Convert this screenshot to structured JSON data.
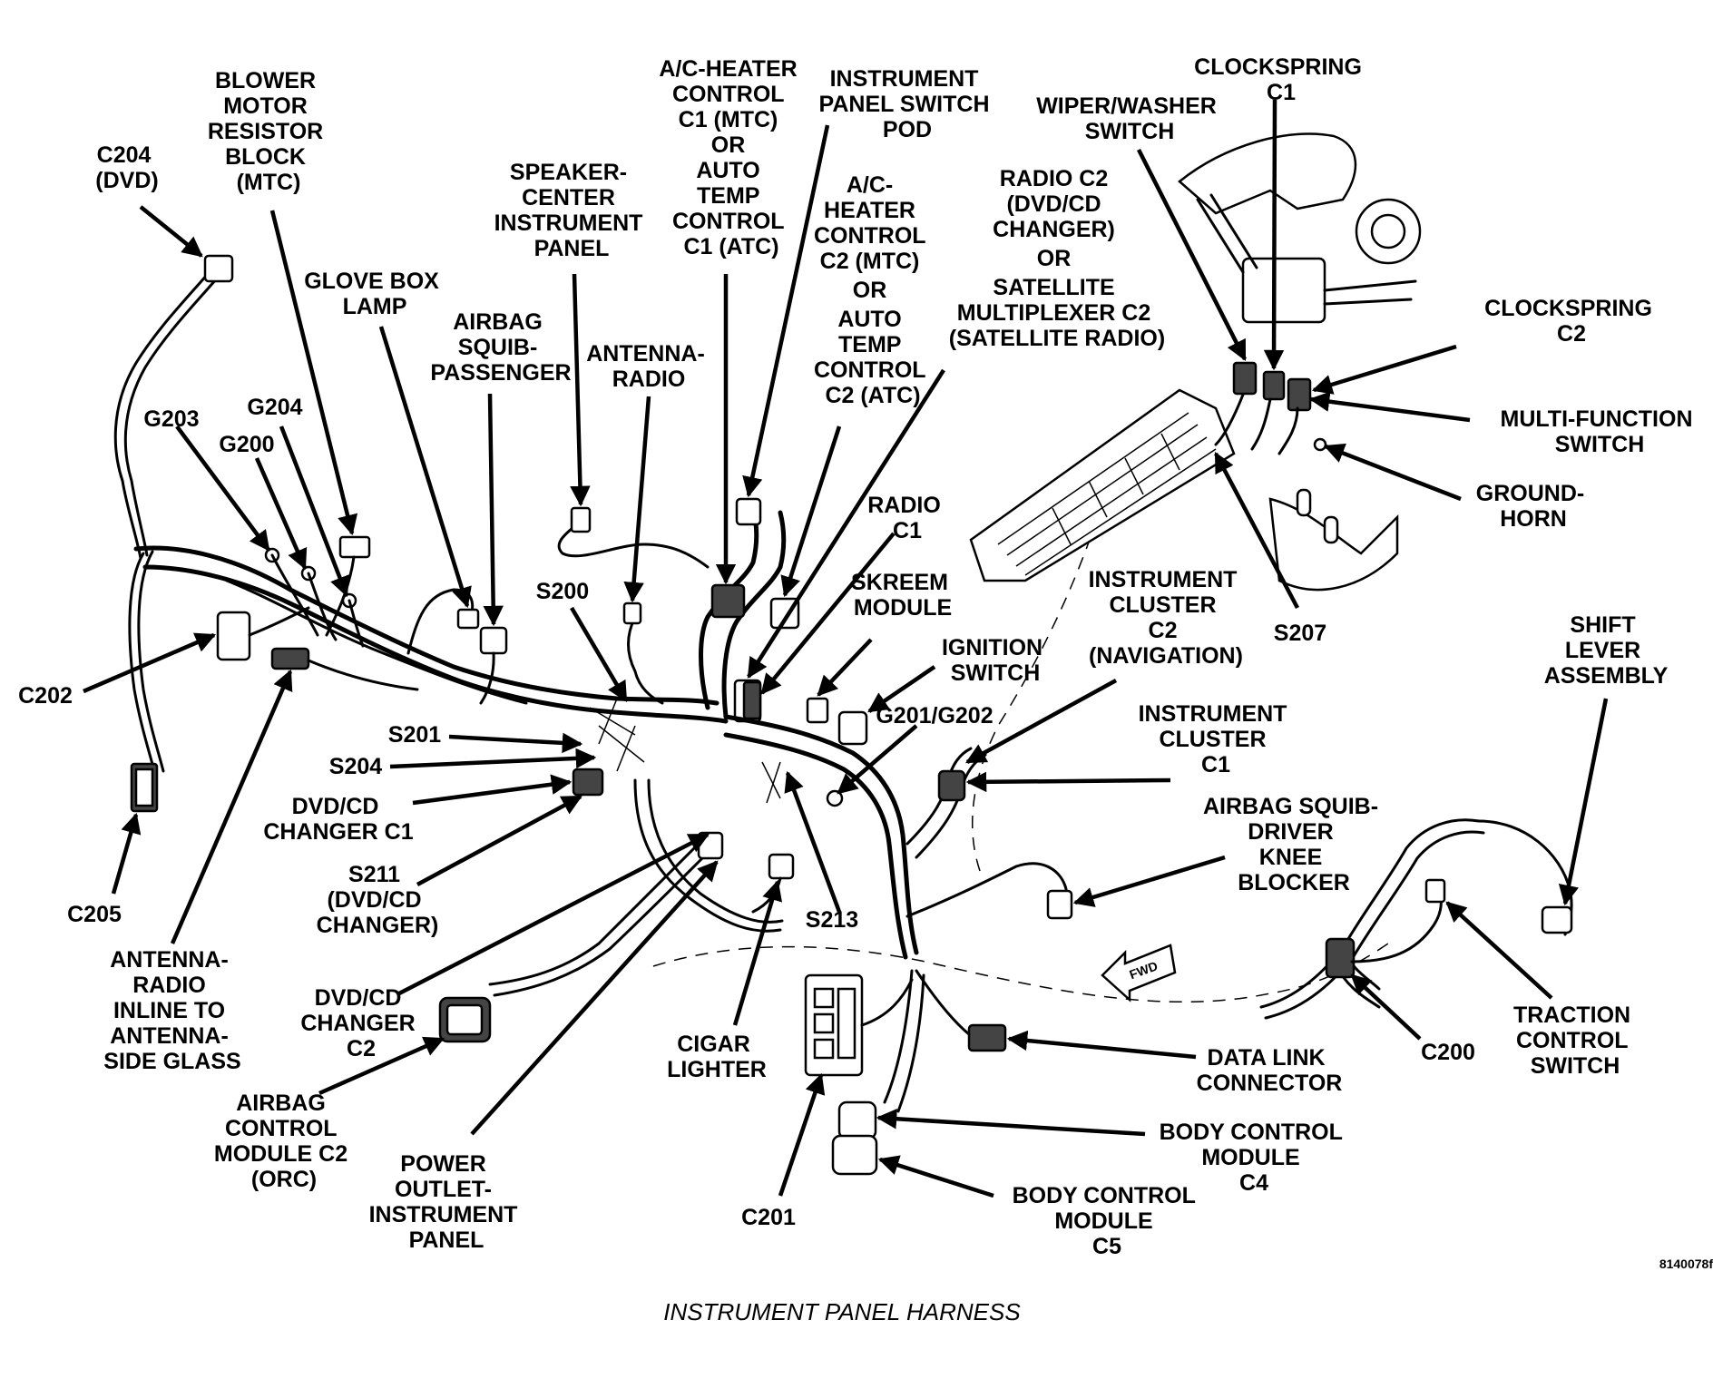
{
  "caption": "INSTRUMENT PANEL HARNESS",
  "figure_code": "8140078f",
  "fwd_marker": "FWD",
  "labels": {
    "c204": [
      "C204",
      "(DVD)"
    ],
    "blower": [
      "BLOWER",
      "MOTOR",
      "RESISTOR",
      "BLOCK",
      "(MTC)"
    ],
    "glove_box": [
      "GLOVE BOX",
      "LAMP"
    ],
    "airbag_squib_pass": [
      "AIRBAG",
      "SQUIB-",
      "PASSENGER"
    ],
    "speaker_center": [
      "SPEAKER-",
      "CENTER",
      "INSTRUMENT",
      "PANEL"
    ],
    "ac_heater_c1": [
      "A/C-HEATER",
      "CONTROL",
      "C1 (MTC)",
      "OR",
      "AUTO",
      "TEMP",
      "CONTROL",
      "C1 (ATC)"
    ],
    "ip_switch_pod": [
      "INSTRUMENT",
      "PANEL SWITCH",
      "POD"
    ],
    "ac_heater_c2": [
      "A/C-",
      "HEATER",
      "CONTROL",
      "C2 (MTC)",
      "OR",
      "AUTO",
      "TEMP",
      "CONTROL",
      "C2 (ATC)"
    ],
    "antenna_radio_top": [
      "ANTENNA-",
      "RADIO"
    ],
    "wiper_washer": [
      "WIPER/WASHER",
      "SWITCH"
    ],
    "clockspring_c1": [
      "CLOCKSPRING",
      "C1"
    ],
    "radio_c2": [
      "RADIO C2",
      "(DVD/CD",
      "CHANGER)",
      "OR",
      "SATELLITE",
      "MULTIPLEXER C2",
      "(SATELLITE RADIO)"
    ],
    "clockspring_c2": [
      "CLOCKSPRING",
      "C2"
    ],
    "multi_function": [
      "MULTI-FUNCTION",
      "SWITCH"
    ],
    "ground_horn": [
      "GROUND-",
      "HORN"
    ],
    "g203": [
      "G203"
    ],
    "g204": [
      "G204"
    ],
    "g200": [
      "G200"
    ],
    "s200": [
      "S200"
    ],
    "radio_c1": [
      "RADIO",
      "C1"
    ],
    "skreem": [
      "SKREEM",
      "MODULE"
    ],
    "ignition": [
      "IGNITION",
      "SWITCH"
    ],
    "g201_g202": [
      "G201/G202"
    ],
    "ic_c2": [
      "INSTRUMENT",
      "CLUSTER",
      "C2",
      "(NAVIGATION)"
    ],
    "s207": [
      "S207"
    ],
    "shift_lever": [
      "SHIFT",
      "LEVER",
      "ASSEMBLY"
    ],
    "c202": [
      "C202"
    ],
    "s201": [
      "S201"
    ],
    "s204": [
      "S204"
    ],
    "dvd_c1": [
      "DVD/CD",
      "CHANGER C1"
    ],
    "ic_c1": [
      "INSTRUMENT",
      "CLUSTER",
      "C1"
    ],
    "airbag_knee": [
      "AIRBAG SQUIB-",
      "DRIVER",
      "KNEE",
      "BLOCKER"
    ],
    "s211": [
      "S211",
      "(DVD/CD",
      "CHANGER)"
    ],
    "c205": [
      "C205"
    ],
    "s213": [
      "S213"
    ],
    "antenna_inline": [
      "ANTENNA-",
      "RADIO",
      "INLINE TO",
      "ANTENNA-",
      "SIDE GLASS"
    ],
    "dvd_c2": [
      "DVD/CD",
      "CHANGER",
      "C2"
    ],
    "cigar": [
      "CIGAR",
      "LIGHTER"
    ],
    "data_link": [
      "DATA LINK",
      "CONNECTOR"
    ],
    "c200": [
      "C200"
    ],
    "traction": [
      "TRACTION",
      "CONTROL",
      "SWITCH"
    ],
    "airbag_control": [
      "AIRBAG",
      "CONTROL",
      "MODULE C2",
      "(ORC)"
    ],
    "power_outlet": [
      "POWER",
      "OUTLET-",
      "INSTRUMENT",
      "PANEL"
    ],
    "bcm_c4": [
      "BODY CONTROL",
      "MODULE",
      "C4"
    ],
    "bcm_c5": [
      "BODY CONTROL",
      "MODULE",
      "C5"
    ],
    "c201": [
      "C201"
    ]
  }
}
